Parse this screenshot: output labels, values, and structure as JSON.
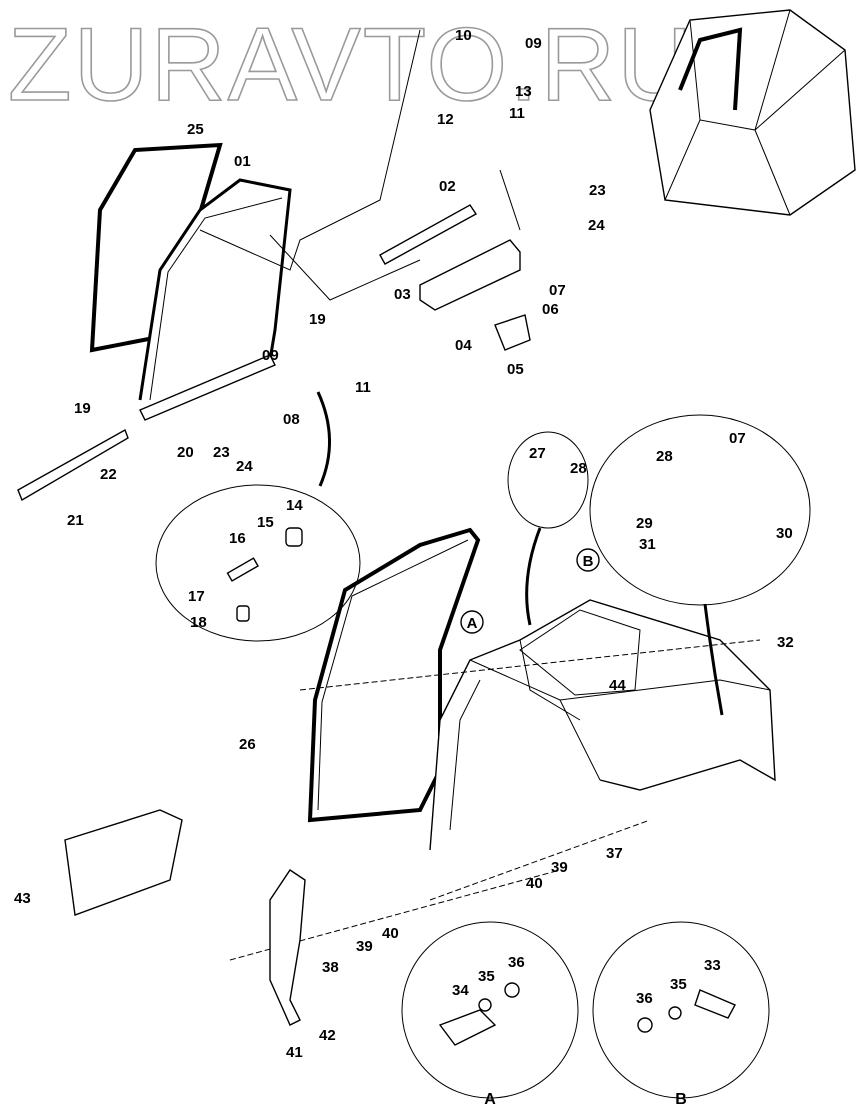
{
  "watermark": "ZURAVTO.RU",
  "detail_markers": {
    "a": "A",
    "b": "B"
  },
  "callouts": [
    "10",
    "09",
    "13",
    "11",
    "12",
    "25",
    "01",
    "02",
    "23",
    "24",
    "07",
    "03",
    "06",
    "19",
    "04",
    "05",
    "09",
    "11",
    "08",
    "19",
    "20",
    "23",
    "24",
    "22",
    "21",
    "14",
    "16",
    "15",
    "17",
    "18",
    "27",
    "28",
    "28",
    "07",
    "29",
    "30",
    "31",
    "32",
    "44",
    "26",
    "37",
    "39",
    "40",
    "43",
    "38",
    "39",
    "40",
    "42",
    "41",
    "34",
    "35",
    "36",
    "33",
    "35",
    "36"
  ],
  "detail_captions": {
    "a": "A",
    "b": "B"
  }
}
